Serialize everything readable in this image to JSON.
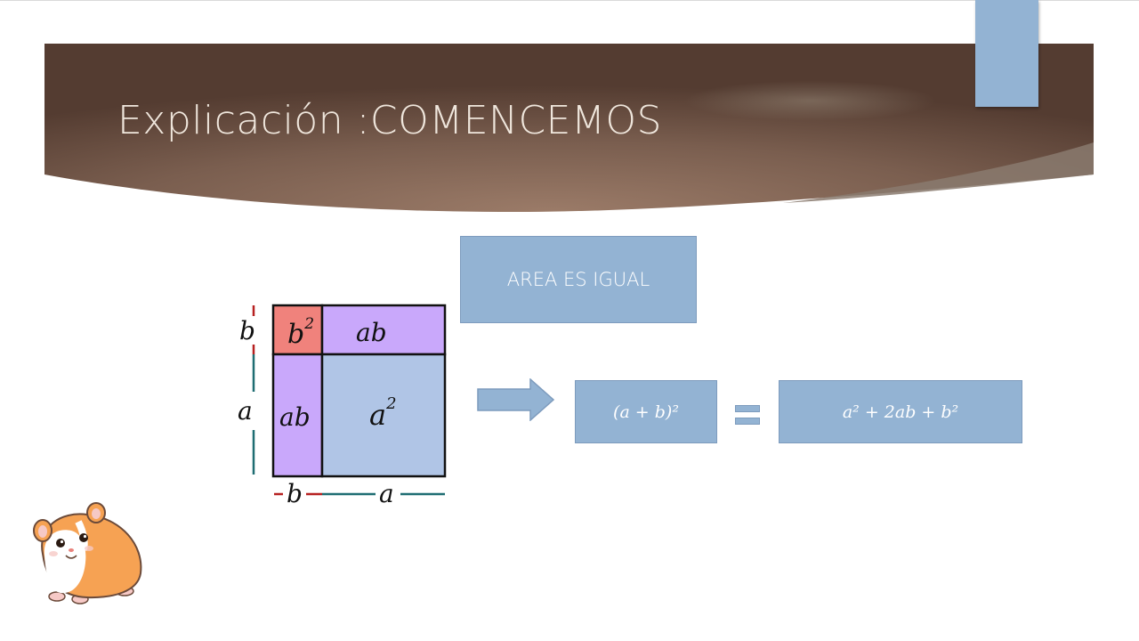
{
  "slide": {
    "title": "Explicación :COMENCEMOS"
  },
  "diagram": {
    "cells": {
      "b2": {
        "base": "b",
        "exp": "2"
      },
      "ab_top": "ab",
      "ab_left": "ab",
      "a2": {
        "base": "a",
        "exp": "2"
      }
    },
    "side_labels": {
      "left_b": "b",
      "left_a": "a",
      "bottom_b": "b",
      "bottom_a": "a"
    }
  },
  "area_box": {
    "label": "AREA ES  IGUAL"
  },
  "equation": {
    "lhs": "(a + b)²",
    "rhs": "a² + 2ab + b²"
  },
  "icons": {
    "arrow": "right-arrow-icon",
    "equals": "equals-icon",
    "mascot": "hamster-icon"
  },
  "colors": {
    "banner": "#8c6e5c",
    "box": "#93b3d3",
    "cell_b2": "#f0827c",
    "cell_ab": "#c9a8fb",
    "cell_a2": "#b0c5e6",
    "line_red": "#b62020",
    "line_teal": "#1e6d72"
  }
}
